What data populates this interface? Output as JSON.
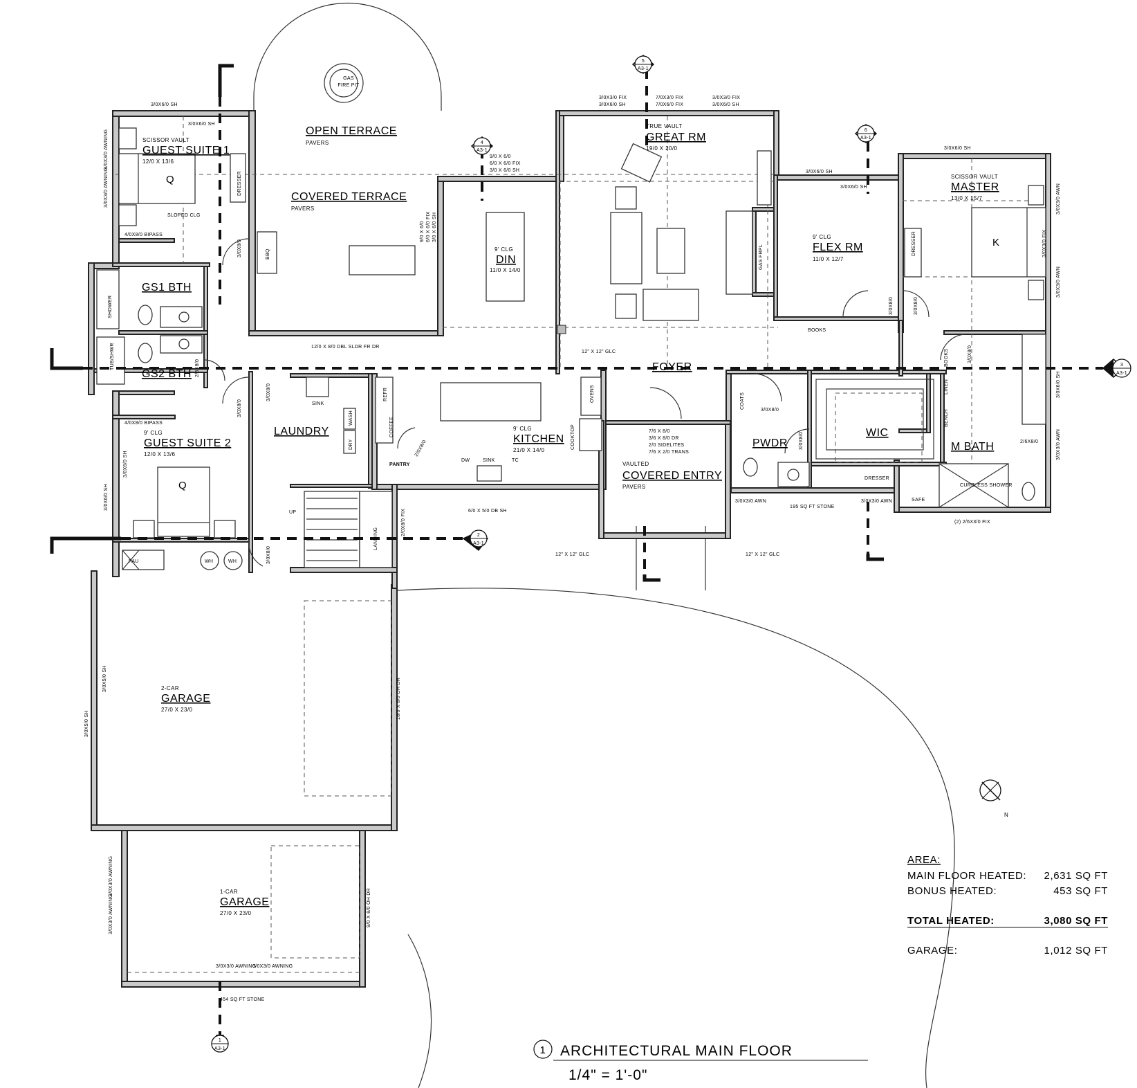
{
  "title": {
    "number": "1",
    "name": "ARCHITECTURAL MAIN FLOOR",
    "scale": "1/4\" = 1'-0\""
  },
  "area_table": {
    "heading": "AREA:",
    "rows": [
      {
        "label": "MAIN FLOOR HEATED:",
        "value": "2,631 SQ FT"
      },
      {
        "label": "BONUS HEATED:",
        "value": "453 SQ FT"
      }
    ],
    "total": {
      "label": "TOTAL HEATED:",
      "value": "3,080 SQ FT"
    },
    "garage": {
      "label": "GARAGE:",
      "value": "1,012 SQ FT"
    }
  },
  "rooms": {
    "open_terrace": {
      "name": "OPEN TERRACE",
      "note": "PAVERS"
    },
    "fire_pit": {
      "line1": "GAS",
      "line2": "FIRE PIT"
    },
    "covered_terrace": {
      "name": "COVERED TERRACE",
      "note": "PAVERS",
      "bbq": "BBQ"
    },
    "guest_suite_1": {
      "name": "GUEST SUITE 1",
      "note": "SCISSOR VAULT",
      "size": "12/0 X 13/6",
      "bed": "Q",
      "dresser": "DRESSER"
    },
    "gs1_bth": {
      "name": "GS1 BTH",
      "shower": "SHOWER"
    },
    "gs2_bth": {
      "name": "GS2 BTH",
      "tub": "TUB/SHWR"
    },
    "guest_suite_2": {
      "name": "GUEST SUITE 2",
      "note": "9' CLG",
      "size": "12/0 X 13/6",
      "bed": "Q"
    },
    "din": {
      "name": "DIN",
      "note": "9' CLG",
      "size": "11/0 X 14/0"
    },
    "great_rm": {
      "name": "GREAT RM",
      "note": "TRUE VAULT",
      "size": "19/0 X 20/0",
      "fireplace": "GAS FRPL"
    },
    "flex_rm": {
      "name": "FLEX RM",
      "note": "9' CLG",
      "size": "11/0 X 12/7",
      "books": "BOOKS"
    },
    "master": {
      "name": "MASTER",
      "note": "SCISSOR VAULT",
      "size": "13/0 X 15/7",
      "bed": "K",
      "dresser": "DRESSER"
    },
    "foyer": {
      "name": "FOYER"
    },
    "laundry": {
      "name": "LAUNDRY",
      "sink": "SINK",
      "wash": "WASH",
      "dry": "DRY"
    },
    "kitchen": {
      "name": "KITCHEN",
      "note": "9' CLG",
      "size": "21/0 X 14/0",
      "refr": "REFR",
      "coffee": "COFFEE",
      "ovens": "OVENS",
      "cooktop": "COOKTOP",
      "dw": "DW",
      "sink": "SINK",
      "tc": "TC",
      "pantry": "PANTRY"
    },
    "covered_entry": {
      "name": "COVERED ENTRY",
      "note": "VAULTED",
      "pavers": "PAVERS"
    },
    "pwdr": {
      "name": "PWDR",
      "coats": "COATS"
    },
    "wic": {
      "name": "WIC",
      "dresser": "DRESSER",
      "safe": "SAFE"
    },
    "m_bath": {
      "name": "M BATH",
      "shower": "CURBLESS SHOWER",
      "linen": "LINEN",
      "bench": "BENCH",
      "books": "BOOKS"
    },
    "garage_2": {
      "name": "GARAGE",
      "note": "2-CAR",
      "size": "27/0 X 23/0",
      "door": "18/0 X 8/0 OH DR"
    },
    "garage_1": {
      "name": "GARAGE",
      "note": "1-CAR",
      "size": "27/0 X 23/0",
      "door": "9/0 X 8/0 OH DR"
    },
    "mech": {
      "fau": "FAU",
      "wh1": "WH",
      "wh2": "WH"
    },
    "stair": {
      "up": "UP",
      "landing": "LANDING"
    }
  },
  "notes": {
    "w_gs1_top": "3/0X6/0 SH",
    "w_gs1_top2": "3/0X6/0 SH",
    "w_gs1_awn1": "3/0X3/0 AWNING",
    "w_gs1_awn2": "3/0X3/0 AWNING",
    "bipass1": "4/0X8/0 BIPASS",
    "bipass2": "4/0X8/0 BIPASS",
    "d_gs1": "3/0X8/0",
    "d_gs2bth": "2/6X8/0",
    "d_gs2": "3/0X8/0",
    "d_laundry": "3/0X8/0",
    "d_garage": "3/0X8/0",
    "w_gs2_side": "3/0X6/0 SH",
    "w_gs2_side2": "3/0X6/0 SH",
    "din_windows": "9/0 X 6/0",
    "din_windows2": "6/0 X 6/0 FIX",
    "din_windows3": "3/0 X 6/0 SH",
    "terrace_fix": "9/0 X 6/0",
    "terrace_fix2": "6/0 X 6/0 FIX",
    "terrace_fix3": "3/0 X 6/0 SH",
    "sldr": "12/0 X 8/0 DBL SLDR FR DR",
    "great_w1a": "3/0X3/0 FIX",
    "great_w1b": "3/0X6/0 SH",
    "great_w2a": "7/0X3/0 FIX",
    "great_w2b": "7/0X6/0 FIX",
    "great_w3a": "3/0X3/0 FIX",
    "great_w3b": "3/0X6/0 SH",
    "flex_w1": "3/0X6/0 SH",
    "flex_w2": "3/0X6/0 SH",
    "master_w": "3/0X6/0 SH",
    "master_awn1": "3/0X3/0 AWN",
    "master_fix": "3/0X3/0 FIX",
    "master_awn2": "3/0X3/0 AWN",
    "d_flex": "3/0X8/0",
    "d_master": "3/0X8/0",
    "d_mbath": "3/0X8/0",
    "d_mbath2": "2/6X8/0",
    "mbath_sh": "3/0X6/0 SH",
    "mbath_awn": "3/0X3/0 AWN",
    "mbath_fix": "(2) 2/6X3/0 FIX",
    "wic_awn": "3/0X3/0 AWN",
    "pwdr_awn": "3/0X3/0 AWN",
    "d_pwdr": "3/0X8/0",
    "d_pwdr2": "3/0X8/0",
    "stone1": "195 SQ FT STONE",
    "stone2": "454 SQ FT STONE",
    "entry_door1": "7/6 X 8/0",
    "entry_door2": "3/6 X 8/0 DR",
    "entry_door3": "2/0 SIDELITES",
    "entry_door4": "7/6 X 2/0 TRANS",
    "glc1": "12\" X 12\" GLC",
    "glc2": "12\" X 12\" GLC",
    "glc3": "12\" X 12\" GLC",
    "kitchen_w": "6/0 X 5/0 DB SH",
    "pantry_d": "2/0X8/0",
    "landing_w": "2/0X8/0 FIX",
    "gar2_w1": "3/0X5/0 SH",
    "gar2_w2": "3/0X5/0 SH",
    "gar1_w1": "3/0X3/0 AWNING",
    "gar1_w2": "3/0X3/0 AWNING",
    "gar1_w3": "3/0X3/0 AWNING",
    "gar1_w4": "3/0X3/0 AWNING",
    "slope": "SLOPED CLG",
    "north": "N"
  },
  "section_tags": [
    {
      "num": "5",
      "sheet": "A3-1"
    },
    {
      "num": "4",
      "sheet": "A3-1"
    },
    {
      "num": "6",
      "sheet": "A3-1"
    },
    {
      "num": "3",
      "sheet": "A3-1"
    },
    {
      "num": "2",
      "sheet": "A3-1"
    },
    {
      "num": "1",
      "sheet": "A3-1"
    }
  ]
}
